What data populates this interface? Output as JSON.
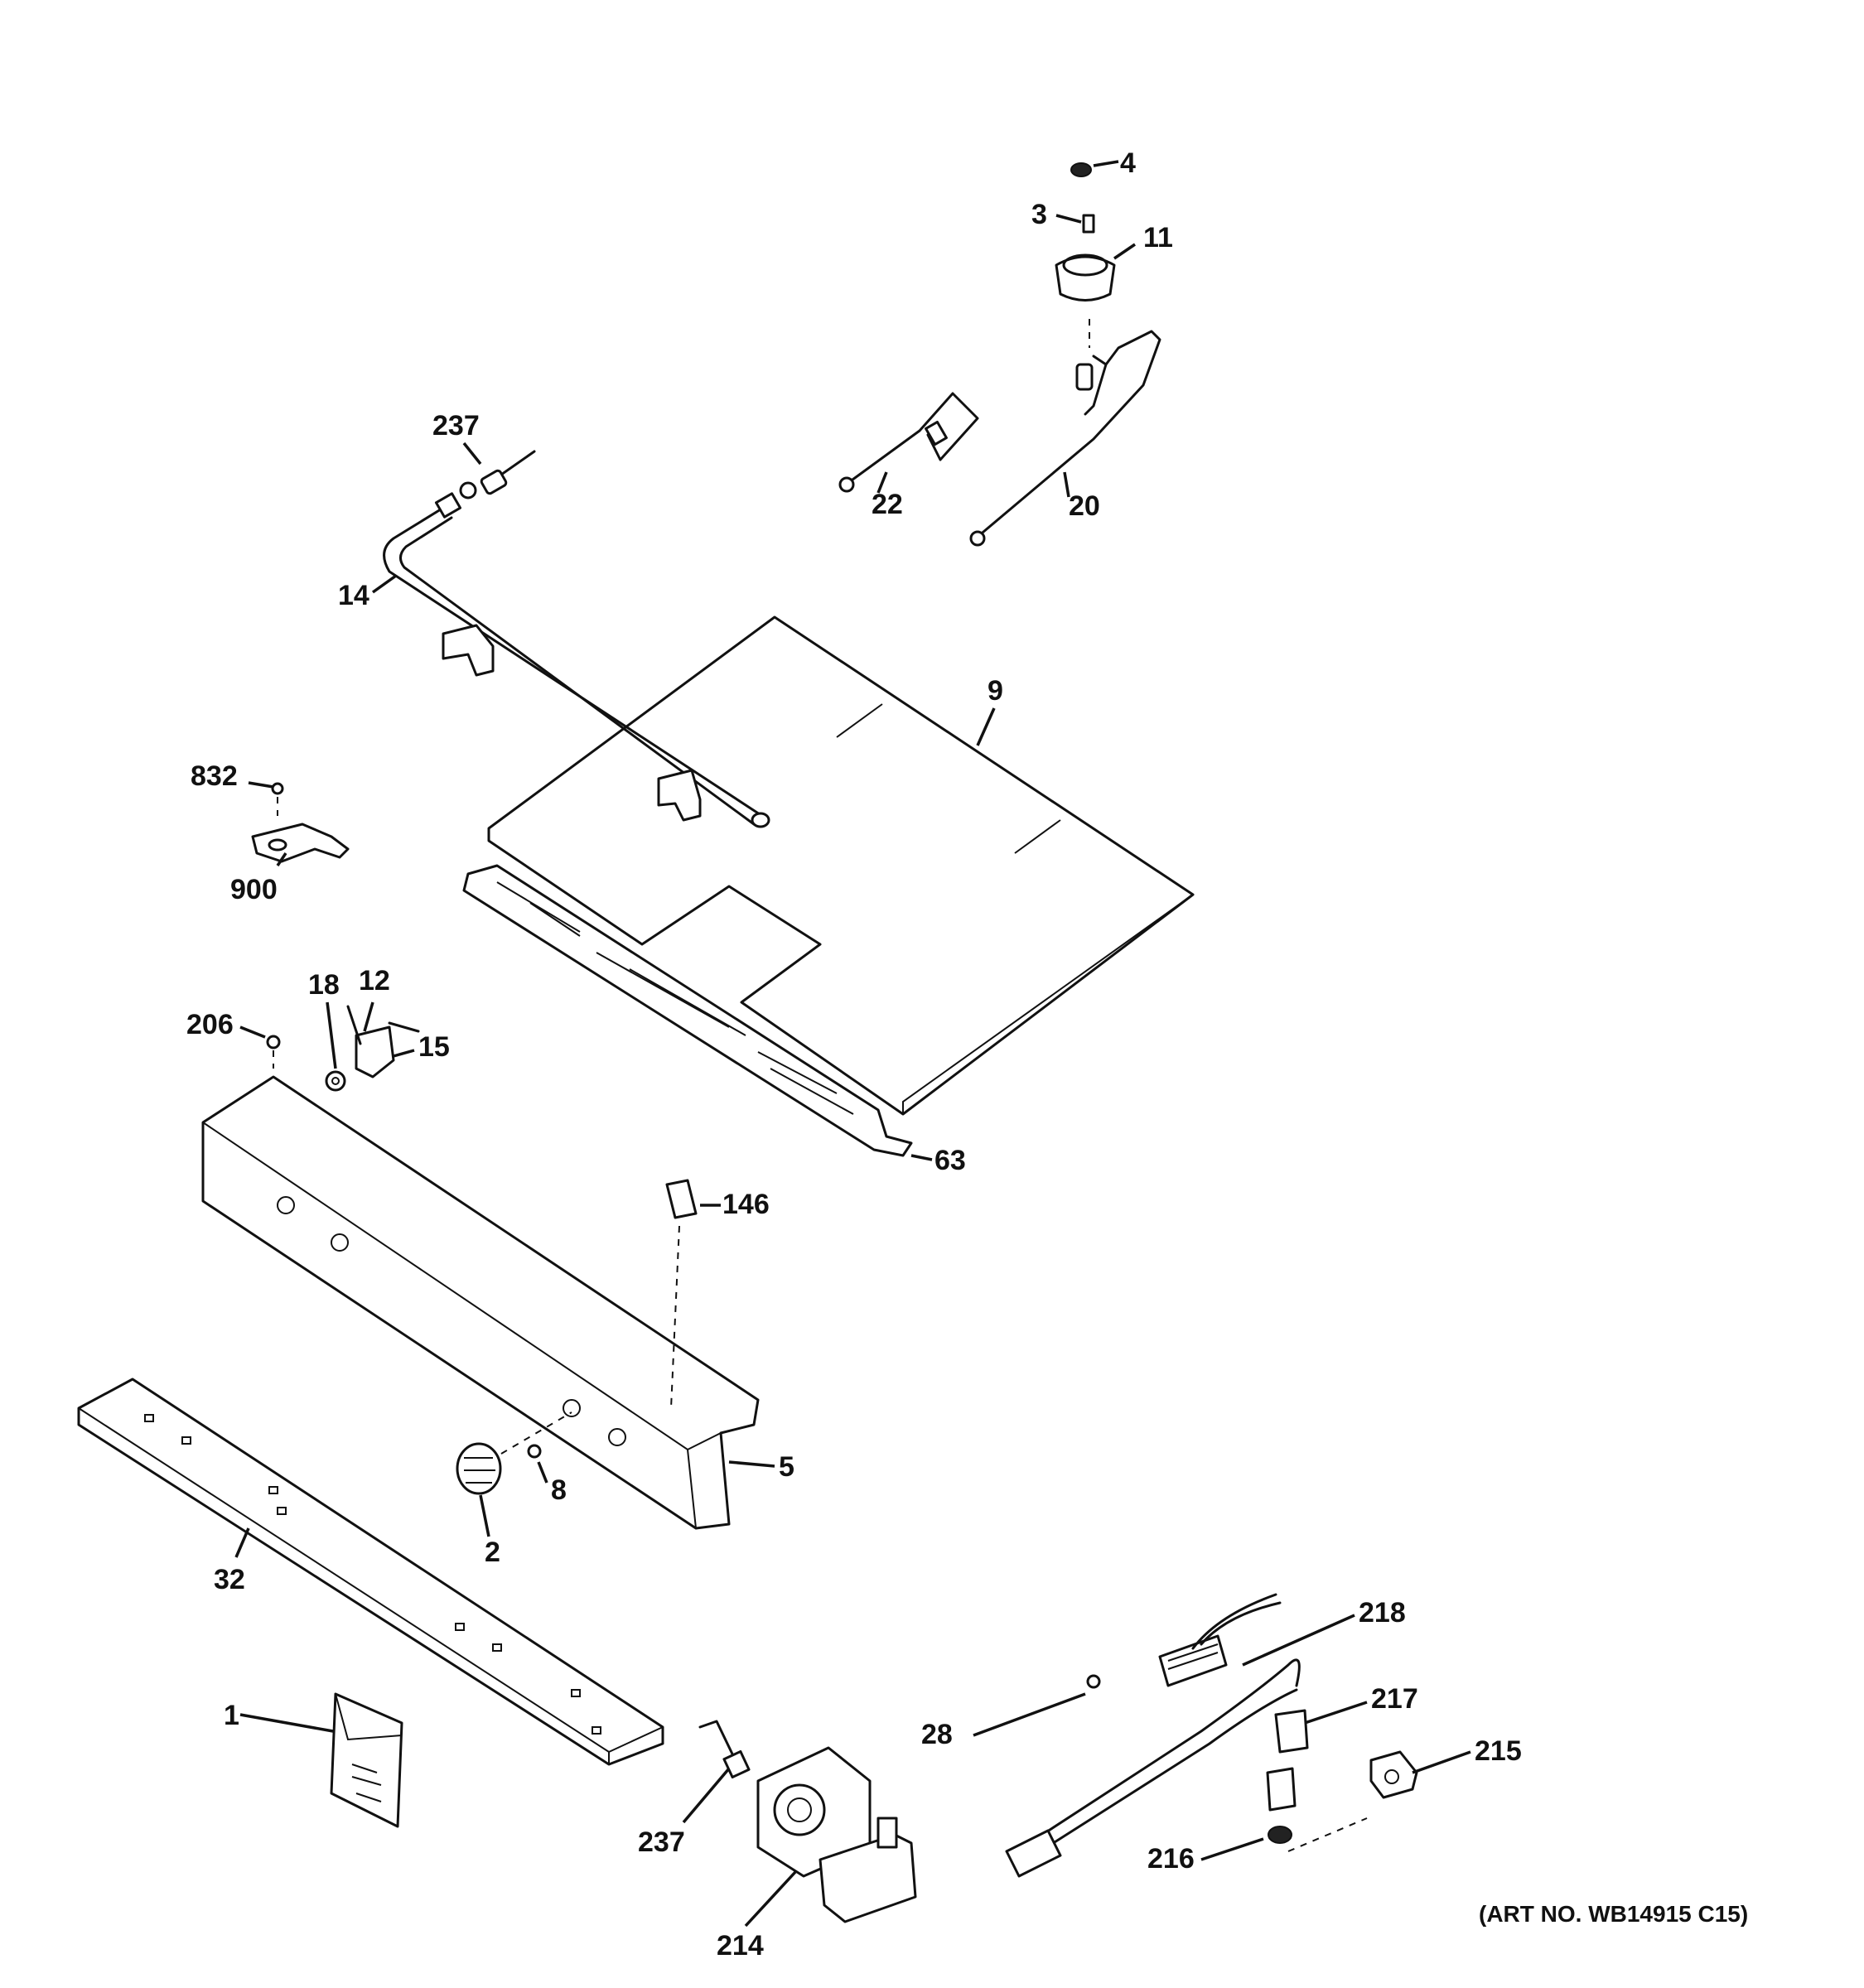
{
  "art_number": "(ART NO. WB14915 C15)",
  "callouts": [
    {
      "id": "c4",
      "text": "4"
    },
    {
      "id": "c3",
      "text": "3"
    },
    {
      "id": "c11",
      "text": "11"
    },
    {
      "id": "c237a",
      "text": "237"
    },
    {
      "id": "c22",
      "text": "22"
    },
    {
      "id": "c20",
      "text": "20"
    },
    {
      "id": "c14",
      "text": "14"
    },
    {
      "id": "c9",
      "text": "9"
    },
    {
      "id": "c832",
      "text": "832"
    },
    {
      "id": "c900",
      "text": "900"
    },
    {
      "id": "c18",
      "text": "18"
    },
    {
      "id": "c12",
      "text": "12"
    },
    {
      "id": "c206",
      "text": "206"
    },
    {
      "id": "c15",
      "text": "15"
    },
    {
      "id": "c63",
      "text": "63"
    },
    {
      "id": "c146",
      "text": "146"
    },
    {
      "id": "c5",
      "text": "5"
    },
    {
      "id": "c8",
      "text": "8"
    },
    {
      "id": "c2",
      "text": "2"
    },
    {
      "id": "c32",
      "text": "32"
    },
    {
      "id": "c218",
      "text": "218"
    },
    {
      "id": "c217",
      "text": "217"
    },
    {
      "id": "c28",
      "text": "28"
    },
    {
      "id": "c215",
      "text": "215"
    },
    {
      "id": "c1",
      "text": "1"
    },
    {
      "id": "c237b",
      "text": "237"
    },
    {
      "id": "c216",
      "text": "216"
    },
    {
      "id": "c214",
      "text": "214"
    }
  ]
}
